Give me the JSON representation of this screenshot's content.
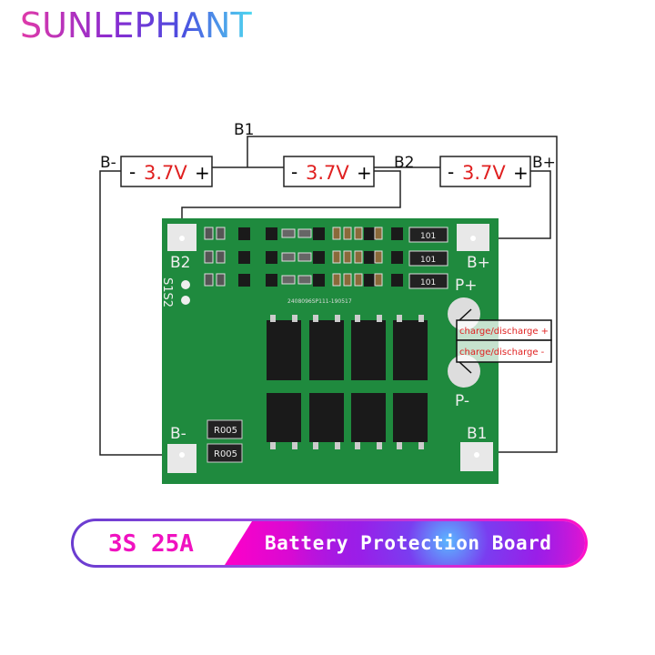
{
  "brand": "SUNLEPHANT",
  "diagram": {
    "cells": [
      {
        "minus": "-",
        "voltage": "3.7V",
        "plus": "+"
      },
      {
        "minus": "-",
        "voltage": "3.7V",
        "plus": "+"
      },
      {
        "minus": "-",
        "voltage": "3.7V",
        "plus": "+"
      }
    ],
    "wire_labels": {
      "b_minus": "B-",
      "b1": "B1",
      "b2": "B2",
      "b_plus": "B+"
    },
    "board_labels": {
      "b2": "B2",
      "b_plus": "B+",
      "s1s2": "S1S2",
      "p_plus": "P+",
      "p_minus": "P-",
      "b_minus": "B-",
      "b1": "B1"
    },
    "board_code": "2408096SP111-190517",
    "resistors": [
      "101",
      "101",
      "101"
    ],
    "shunts": [
      "R005",
      "R005"
    ],
    "charge_labels": [
      "charge/discharge +",
      "charge/discharge -"
    ],
    "colors": {
      "board": "#1f8a3e",
      "voltage_text": "#e02020",
      "charge_text": "#e02020"
    }
  },
  "banner": {
    "spec": "3S 25A",
    "title": "Battery Protection Board"
  }
}
